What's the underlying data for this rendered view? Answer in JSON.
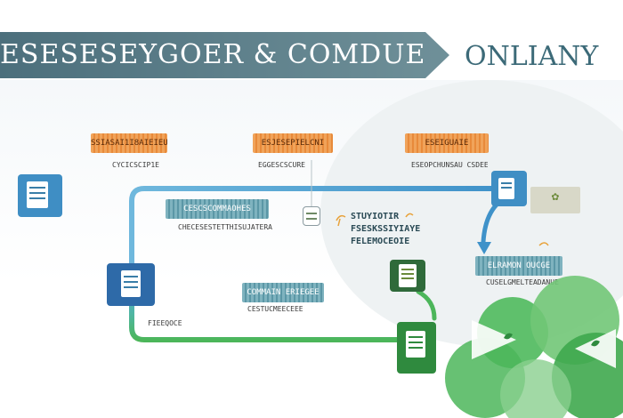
{
  "header": {
    "title": "ESESESEYGOER & COMDUE",
    "right_text": "ONLIANY"
  },
  "top_stages": [
    {
      "tag": "SSIASAI1I8AIEIEU",
      "caption": "CYCICSCIP1E"
    },
    {
      "tag": "ESJESEPIELCNI",
      "caption": "EGGESCSCURE"
    },
    {
      "tag": "ESEIGUAIE",
      "caption": "ESEOPCHUNSAU CSDEE"
    }
  ],
  "middle_banner": {
    "tag": "CESCSCOMMAOHES",
    "caption": "CHECESESTETTHISUJATERA"
  },
  "lower_banner": {
    "tag": "COMMAIN ERIEGEE",
    "caption": "CESTUCMEECEEE"
  },
  "right_banner": {
    "tag": "ELRAMON OUCGE",
    "caption": "CUSELGMELTEADANUE"
  },
  "center_note": {
    "lines": [
      "STUYIOTIR",
      "FSESKSSIYIAYE",
      "FELEMOCEOIE"
    ]
  },
  "left_caption": "FIEEQOCE",
  "colors": {
    "banner_dark": "#4c6f7c",
    "banner_light": "#6f9099",
    "orange": "#ef9a4c",
    "blue": "#4a9fd2",
    "green": "#4cb65a",
    "dark_green": "#2f8a3e"
  }
}
